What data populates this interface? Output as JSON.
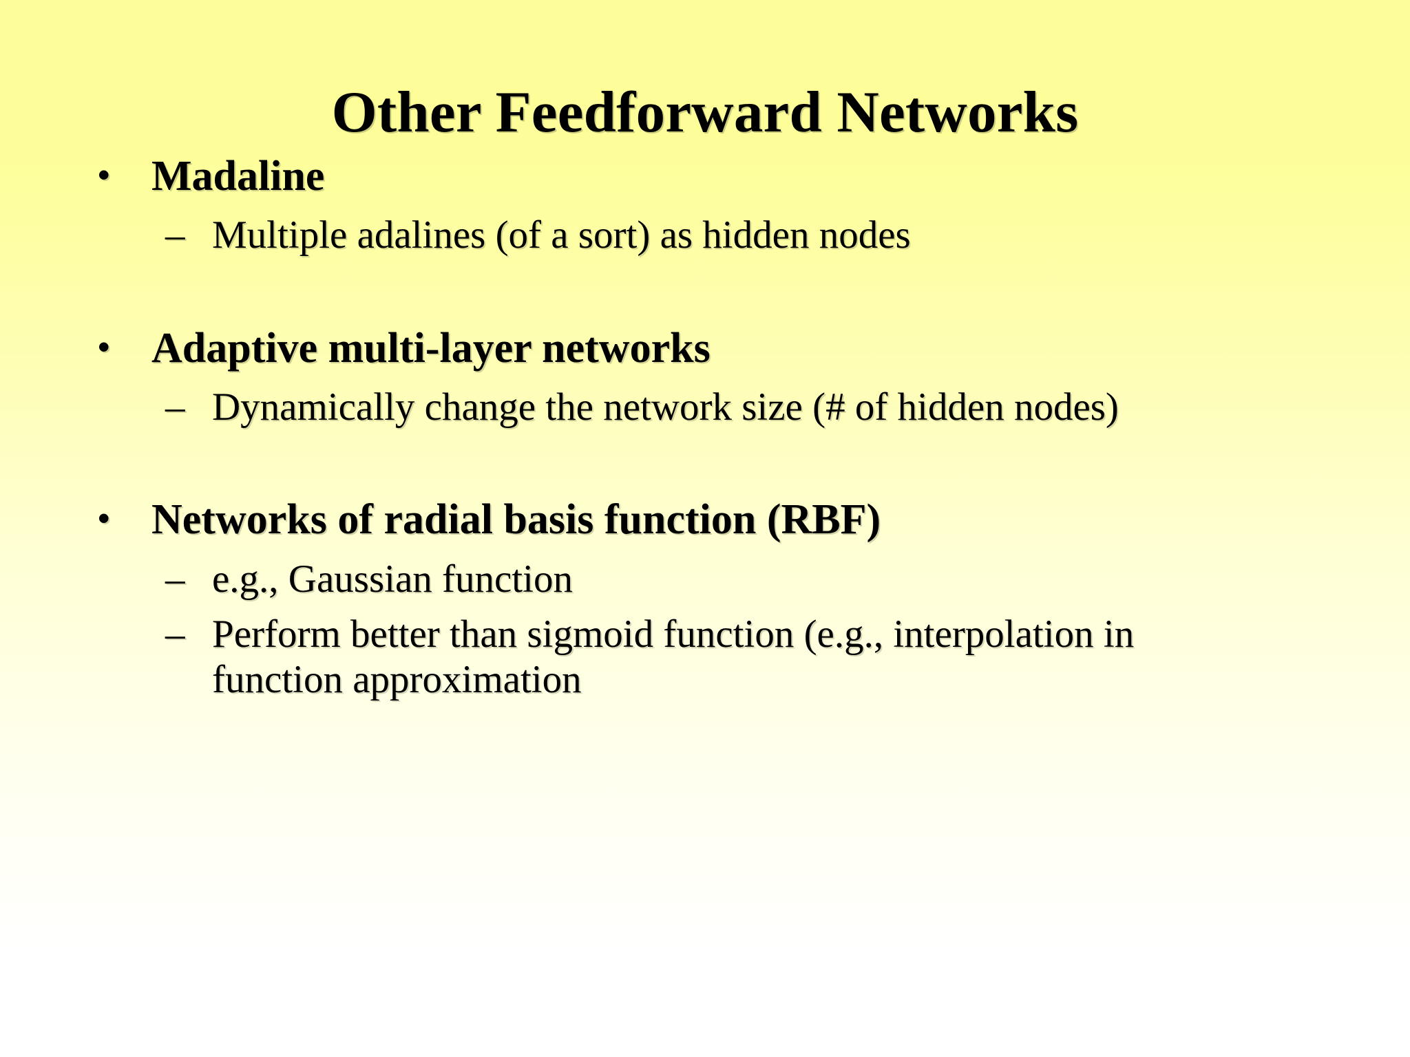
{
  "slide": {
    "title": "Other Feedforward Networks",
    "background": {
      "top_color": "#FDFE99",
      "mid_color": "#FFFFD4",
      "bottom_color": "#FFFFFF"
    },
    "text_color": "#000000",
    "markers": {
      "level1": "•",
      "level2": "–"
    },
    "content": [
      {
        "level1": "Madaline",
        "sublines": [
          "Multiple adalines (of a sort) as hidden nodes"
        ]
      },
      {
        "level1": "Adaptive multi-layer networks",
        "sublines": [
          "Dynamically change the network size (# of hidden nodes)"
        ]
      },
      {
        "level1": "Networks of radial basis function (RBF)",
        "sublines": [
          "e.g., Gaussian function",
          "Perform better than sigmoid function (e.g., interpolation in function approximation"
        ]
      }
    ]
  }
}
